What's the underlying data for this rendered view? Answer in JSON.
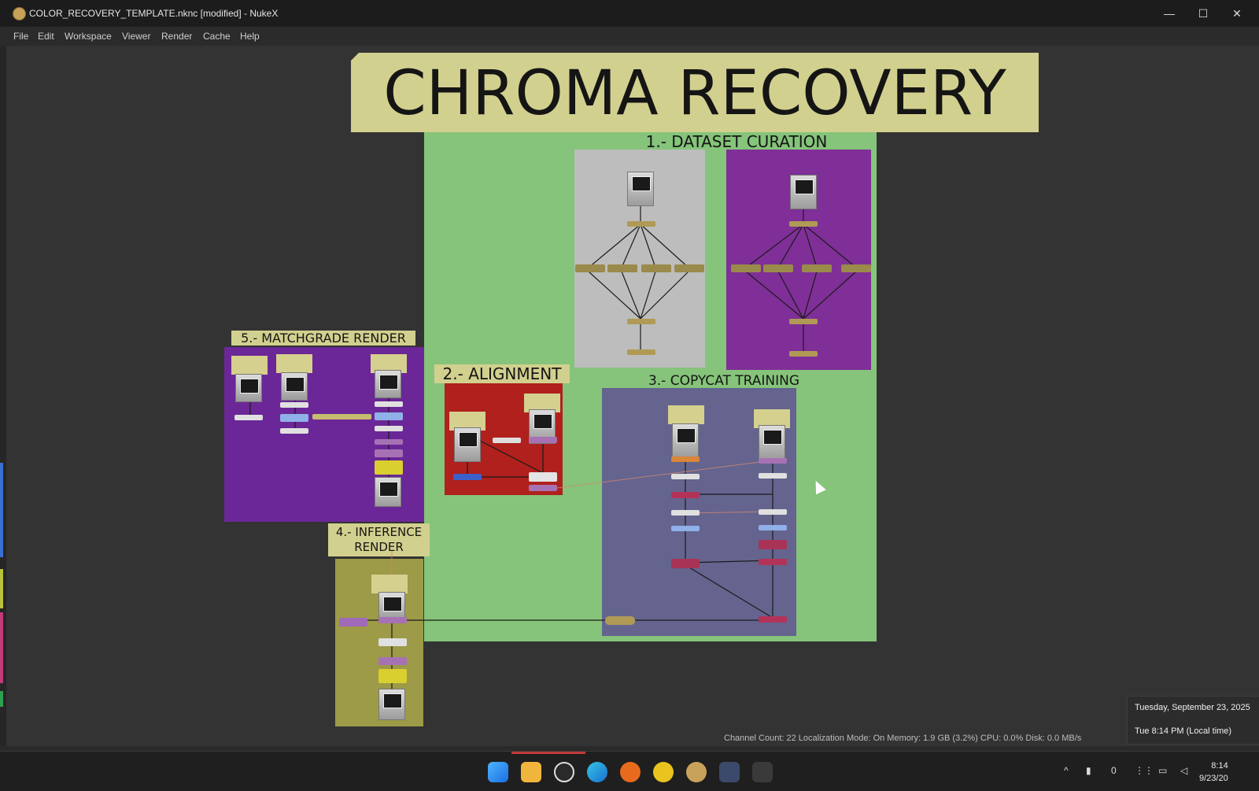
{
  "window": {
    "title": "COLOR_RECOVERY_TEMPLATE.nknc [modified] - NukeX",
    "controls": {
      "minimize": "—",
      "maximize": "☐",
      "close": "✕"
    }
  },
  "menu": [
    "File",
    "Edit",
    "Workspace",
    "Viewer",
    "Render",
    "Cache",
    "Help"
  ],
  "graph": {
    "main_title": "CHROMA RECOVERY",
    "backdrops": {
      "dataset": "1.- DATASET CURATION",
      "alignment": "2.- ALIGNMENT",
      "copycat": "3.- COPYCAT TRAINING",
      "inference_line1": "4.- INFERENCE",
      "inference_line2": "RENDER",
      "matchgrade": "5.- MATCHGRADE RENDER"
    },
    "colors": {
      "title_bg": "#d2d08e",
      "green_bd": "#85c47a",
      "gray_bd": "#bdbdbd",
      "purple_bd": "#7f2f97",
      "red_bd": "#b0201c",
      "slate_bd": "#64648f",
      "violet_bd": "#6b2797",
      "olive_bd": "#9d9a48"
    }
  },
  "status_bar": "Channel Count: 22  Localization Mode: On  Memory: 1.9 GB (3.2%)  CPU: 0.0%  Disk: 0.0 MB/s",
  "tooltip": {
    "date": "Tuesday, September 23, 2025",
    "time": "Tue 8:14 PM (Local time)"
  },
  "taskbar": {
    "icons": [
      "windows-start-icon",
      "file-explorer-icon",
      "chatgpt-icon",
      "edge-icon",
      "p-app-icon",
      "n-app-icon",
      "nuke-icon",
      "davinci-icon",
      "terminal-icon"
    ],
    "tray_count": "0",
    "clock_time": "8:14",
    "clock_date": "9/23/20"
  }
}
